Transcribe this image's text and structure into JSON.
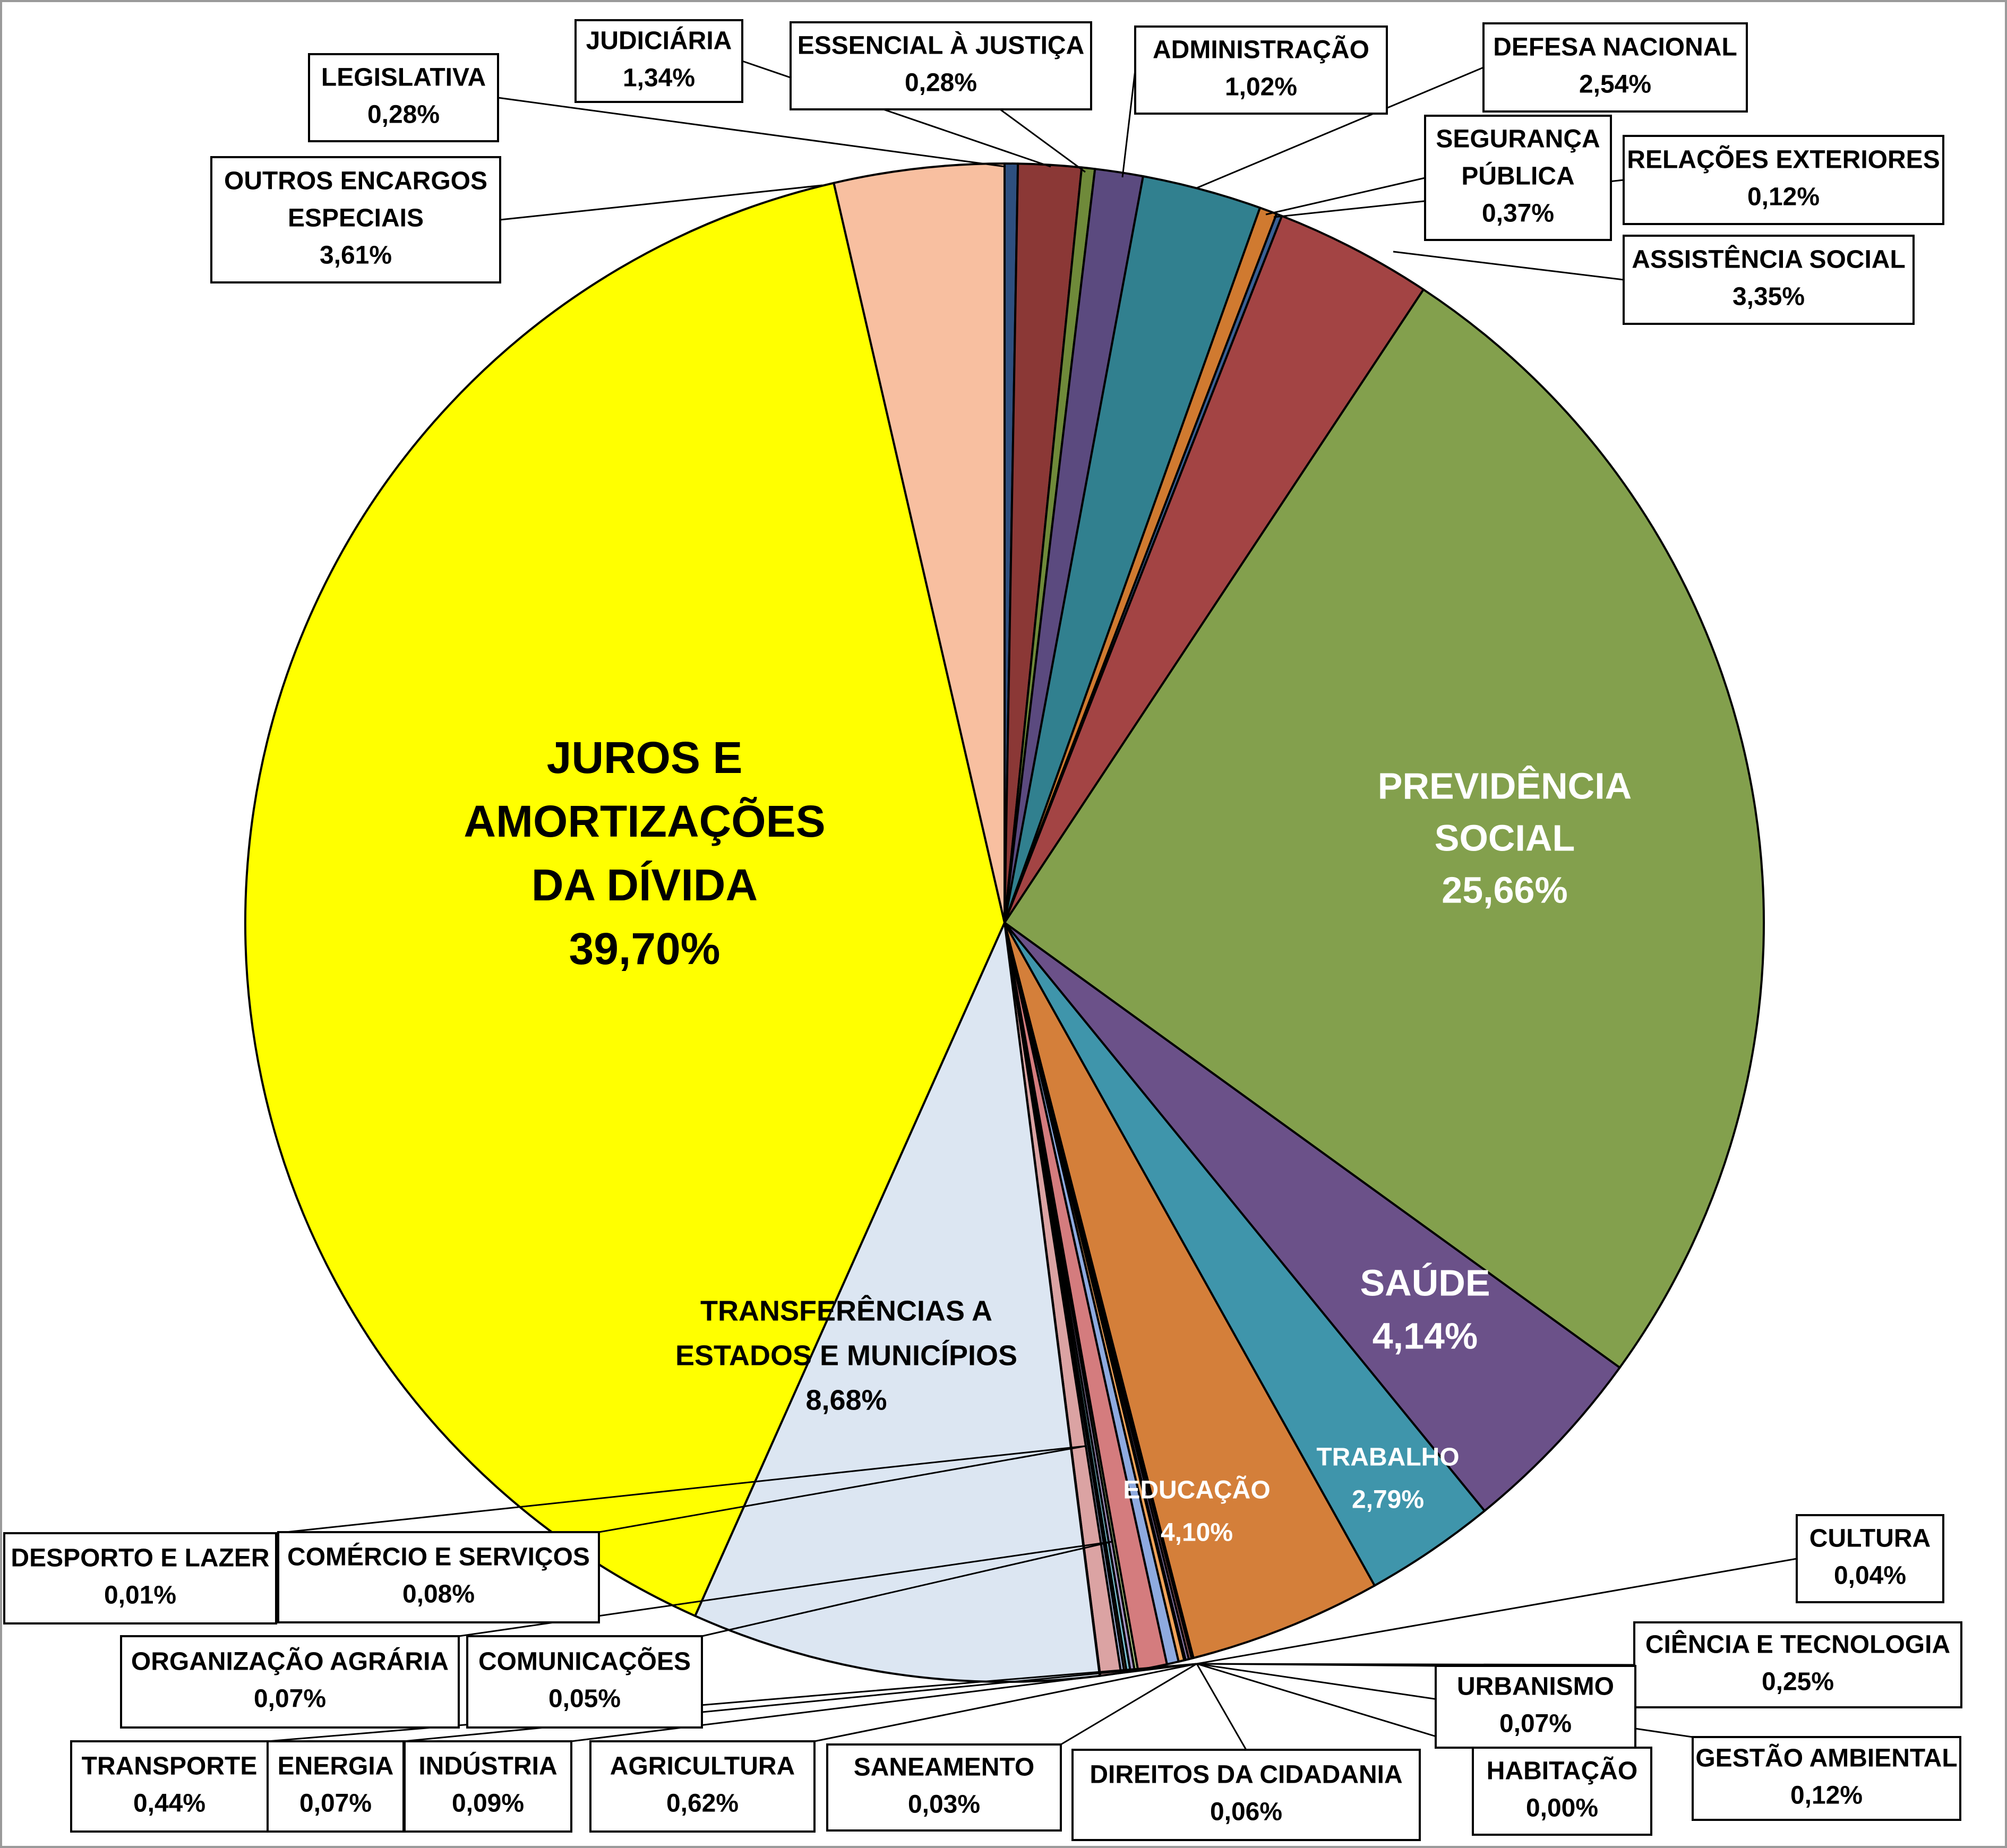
{
  "chart_data": {
    "type": "pie",
    "title": "",
    "colors": {
      "outline": "#000000",
      "label_box_border": "#000000"
    },
    "slices": [
      {
        "label": "LEGISLATIVA",
        "value_text": "0,28%",
        "value": 0.28,
        "color": "#2e4f7f"
      },
      {
        "label": "JUDICIÁRIA",
        "value_text": "1,34%",
        "value": 1.34,
        "color": "#8b3836"
      },
      {
        "label": "ESSENCIAL À JUSTIÇA",
        "value_text": "0,28%",
        "value": 0.28,
        "color": "#6f8a3a"
      },
      {
        "label": "ADMINISTRAÇÃO",
        "value_text": "1,02%",
        "value": 1.02,
        "color": "#5b4a7f"
      },
      {
        "label": "DEFESA NACIONAL",
        "value_text": "2,54%",
        "value": 2.54,
        "color": "#31808f"
      },
      {
        "label": "SEGURANÇA PÚBLICA",
        "value_text": "0,37%",
        "value": 0.37,
        "color": "#d07a30"
      },
      {
        "label": "RELAÇÕES EXTERIORES",
        "value_text": "0,12%",
        "value": 0.12,
        "color": "#3a6095"
      },
      {
        "label": "ASSISTÊNCIA SOCIAL",
        "value_text": "3,35%",
        "value": 3.35,
        "color": "#a34444"
      },
      {
        "label": "PREVIDÊNCIA SOCIAL",
        "value_text": "25,66%",
        "value": 25.66,
        "color": "#83a04d"
      },
      {
        "label": "SAÚDE",
        "value_text": "4,14%",
        "value": 4.14,
        "color": "#6b5189"
      },
      {
        "label": "TRABALHO",
        "value_text": "2,79%",
        "value": 2.79,
        "color": "#3f95ab"
      },
      {
        "label": "EDUCAÇÃO",
        "value_text": "4,10%",
        "value": 4.1,
        "color": "#d47f3a"
      },
      {
        "label": "CULTURA",
        "value_text": "0,04%",
        "value": 0.04,
        "color": "#7f9ccc"
      },
      {
        "label": "DIREITOS DA CIDADANIA",
        "value_text": "0,06%",
        "value": 0.06,
        "color": "#cc7a7a"
      },
      {
        "label": "HABITAÇÃO",
        "value_text": "0,00%",
        "value": 0.0,
        "color": "#9cb86a"
      },
      {
        "label": "URBANISMO",
        "value_text": "0,07%",
        "value": 0.07,
        "color": "#9380b3"
      },
      {
        "label": "SANEAMENTO",
        "value_text": "0,03%",
        "value": 0.03,
        "color": "#5fb3c7"
      },
      {
        "label": "GESTÃO AMBIENTAL",
        "value_text": "0,12%",
        "value": 0.12,
        "color": "#f0a35a"
      },
      {
        "label": "CIÊNCIA E TECNOLOGIA",
        "value_text": "0,25%",
        "value": 0.25,
        "color": "#8eaadf"
      },
      {
        "label": "AGRICULTURA",
        "value_text": "0,62%",
        "value": 0.62,
        "color": "#d47c7e"
      },
      {
        "label": "ORGANIZAÇÃO AGRÁRIA",
        "value_text": "0,07%",
        "value": 0.07,
        "color": "#b7d08a"
      },
      {
        "label": "INDÚSTRIA",
        "value_text": "0,09%",
        "value": 0.09,
        "color": "#a896c6"
      },
      {
        "label": "COMÉRCIO E SERVIÇOS",
        "value_text": "0,08%",
        "value": 0.08,
        "color": "#79c2d3"
      },
      {
        "label": "COMUNICAÇÕES",
        "value_text": "0,05%",
        "value": 0.05,
        "color": "#f3b878"
      },
      {
        "label": "ENERGIA",
        "value_text": "0,07%",
        "value": 0.07,
        "color": "#a8bce4"
      },
      {
        "label": "TRANSPORTE",
        "value_text": "0,44%",
        "value": 0.44,
        "color": "#dba3a3"
      },
      {
        "label": "DESPORTO E LAZER",
        "value_text": "0,01%",
        "value": 0.01,
        "color": "#c6dca4"
      },
      {
        "label": "TRANSFERÊNCIAS A ESTADOS E MUNICÍPIOS",
        "value_text": "8,68%",
        "value": 8.68,
        "color": "#dce6f2"
      },
      {
        "label": "JUROS E AMORTIZAÇÕES DA DÍVIDA",
        "value_text": "39,70%",
        "value": 39.7,
        "color": "#ffff00"
      },
      {
        "label": "OUTROS ENCARGOS ESPECIAIS",
        "value_text": "3,61%",
        "value": 3.61,
        "color": "#f8bfa0"
      }
    ]
  }
}
